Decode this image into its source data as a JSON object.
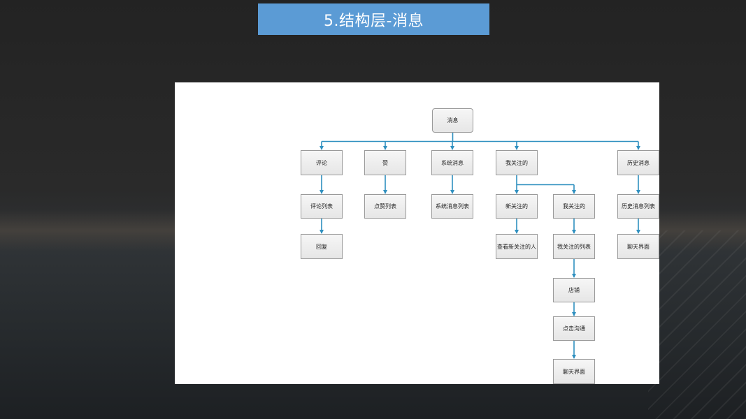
{
  "slide": {
    "title": "5.结构层-消息"
  },
  "diagram": {
    "root": "消息",
    "nodes": {
      "root": "消息",
      "comment": "评论",
      "like": "赞",
      "system": "系统消息",
      "following": "我关注的",
      "history": "历史消息",
      "comment_list": "评论列表",
      "like_list": "点赞列表",
      "system_list": "系统消息列表",
      "new_follow": "新关注的",
      "following_2": "我关注的",
      "history_list": "历史消息列表",
      "reply": "回复",
      "view_new_followers": "查看新关注的人",
      "following_list": "我关注的列表",
      "chat_1": "聊天界面",
      "shop": "店铺",
      "click_chat": "点击沟通",
      "chat_2": "聊天界面"
    },
    "edges": [
      [
        "root",
        "comment"
      ],
      [
        "root",
        "like"
      ],
      [
        "root",
        "system"
      ],
      [
        "root",
        "following"
      ],
      [
        "root",
        "history"
      ],
      [
        "comment",
        "comment_list"
      ],
      [
        "comment_list",
        "reply"
      ],
      [
        "like",
        "like_list"
      ],
      [
        "system",
        "system_list"
      ],
      [
        "following",
        "new_follow"
      ],
      [
        "following",
        "following_2"
      ],
      [
        "new_follow",
        "view_new_followers"
      ],
      [
        "following_2",
        "following_list"
      ],
      [
        "following_list",
        "shop"
      ],
      [
        "shop",
        "click_chat"
      ],
      [
        "click_chat",
        "chat_2"
      ],
      [
        "history",
        "history_list"
      ],
      [
        "history_list",
        "chat_1"
      ]
    ],
    "colors": {
      "connector": "#2e8fbf",
      "title_bar": "#5b9bd5"
    }
  }
}
